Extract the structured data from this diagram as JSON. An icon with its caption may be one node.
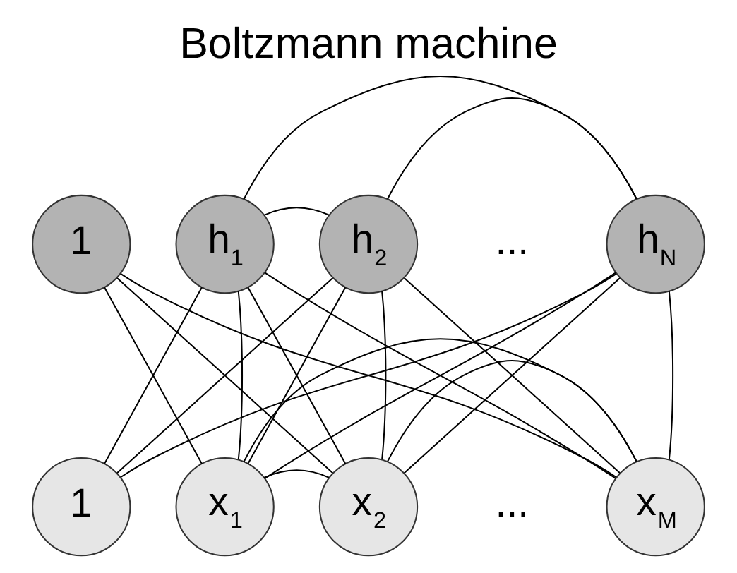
{
  "diagram": {
    "title": "Boltzmann machine",
    "nodes": [
      {
        "text": [
          "1"
        ]
      },
      {
        "text": [
          "h$_{1}$"
        ]
      },
      {
        "text": [
          "h$_{2}$"
        ]
      },
      {
        "text": [
          "h$_{N}$"
        ]
      },
      {
        "text": [
          "1"
        ]
      },
      {
        "text": [
          "x$_{1}$"
        ]
      },
      {
        "text": [
          "x$_{2}$"
        ]
      },
      {
        "text": [
          "x$_{M}$"
        ]
      }
    ],
    "edges": [
      {
        "from": 1,
        "to": 2,
        "arrow": "none"
      },
      {
        "from": 2,
        "to": 3,
        "arrow": "none"
      },
      {
        "from": 1,
        "to": 3,
        "arrow": "none"
      },
      {
        "from": 0,
        "to": 5,
        "arrow": "none"
      },
      {
        "from": 0,
        "to": 6,
        "arrow": "none"
      },
      {
        "from": 0,
        "to": 7,
        "arrow": "none"
      },
      {
        "from": 1,
        "to": 4,
        "arrow": "none"
      },
      {
        "from": 1,
        "to": 5,
        "arrow": "none"
      },
      {
        "from": 1,
        "to": 6,
        "arrow": "none"
      },
      {
        "from": 1,
        "to": 7,
        "arrow": "none"
      },
      {
        "from": 2,
        "to": 4,
        "arrow": "none"
      },
      {
        "from": 2,
        "to": 5,
        "arrow": "none"
      },
      {
        "from": 2,
        "to": 6,
        "arrow": "none"
      },
      {
        "from": 2,
        "to": 7,
        "arrow": "none"
      },
      {
        "from": 3,
        "to": 4,
        "arrow": "none"
      },
      {
        "from": 3,
        "to": 5,
        "arrow": "none"
      },
      {
        "from": 3,
        "to": 6,
        "arrow": "none"
      },
      {
        "from": 3,
        "to": 7,
        "arrow": "none"
      },
      {
        "from": 5,
        "to": 6,
        "arrow": "none"
      },
      {
        "from": 6,
        "to": 7,
        "arrow": "none"
      },
      {
        "from": 5,
        "to": 7,
        "arrow": "none"
      }
    ],
    "labels": [
      "...",
      "..."
    ]
  }
}
